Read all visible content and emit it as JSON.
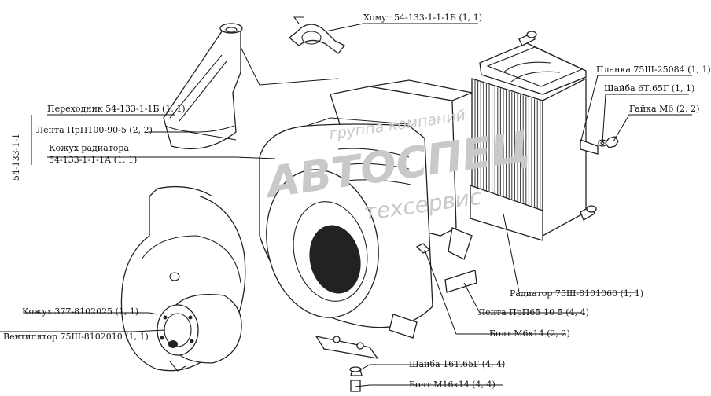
{
  "labels": {
    "clamp": "Хомут 54-133-1-1-1Б (1, 1)",
    "plate": "Планка 75Ш-25084 (1, 1)",
    "washer_6": "Шайба 6Т.65Г (1, 1)",
    "nut_m6": "Гайка М6 (2, 2)",
    "adapter": "Переходник 54-133-1-1Б (1, 1)",
    "tape_100": "Лента ПрП100-90-5 (2, 2)",
    "shroud_1": "Кожух радиатора",
    "shroud_2": "54-133-1-1-1А (1, 1)",
    "radiator": "Радиатор 75Ш-8101060 (1, 1)",
    "tape_65": "Лента ПрП65-10-5 (4, 4)",
    "bolt_m6": "Болт М6х14 (2, 2)",
    "casing": "Кожух 377-8102025 (1, 1)",
    "fan": "Вентилятор 75Ш-8102010 (1, 1)",
    "washer_16": "Шайба 16Т.65Г (4, 4)",
    "bolt_m16": "Болт М16х14 (4, 4)"
  },
  "assembly_code": "54-133-1-1",
  "watermark": {
    "line1": "группа компаний",
    "line2": "АВТОСПЕЦ",
    "line3": "техсервис"
  }
}
